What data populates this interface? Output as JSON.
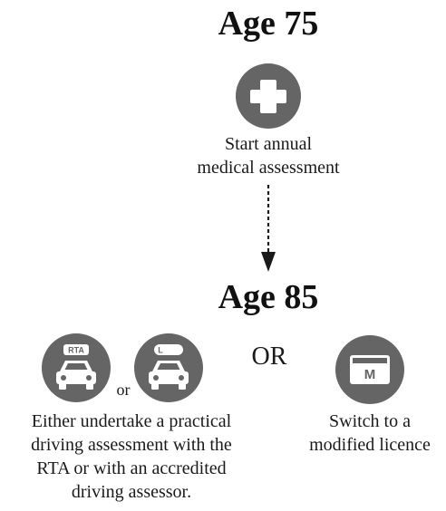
{
  "age_75": {
    "heading": "Age 75",
    "icon": "medical-cross-icon",
    "caption_lines": [
      "Start annual",
      "medical assessment"
    ]
  },
  "age_85": {
    "heading": "Age 85",
    "option_1": {
      "icons": [
        "rta-car-icon",
        "learner-car-icon"
      ],
      "or_label": "or",
      "caption_lines": [
        "Either undertake a practical",
        "driving assessment with the",
        "RTA or with an accredited",
        "driving assessor."
      ]
    },
    "separator": "OR",
    "option_2": {
      "icon": "modified-licence-icon",
      "caption_lines": [
        "Switch to a",
        "modified licence"
      ]
    }
  },
  "badges": {
    "rta": "RTA",
    "learner": "L",
    "licence": "M"
  },
  "colors": {
    "icon_fill": "#656565",
    "text": "#1a1a1a"
  }
}
